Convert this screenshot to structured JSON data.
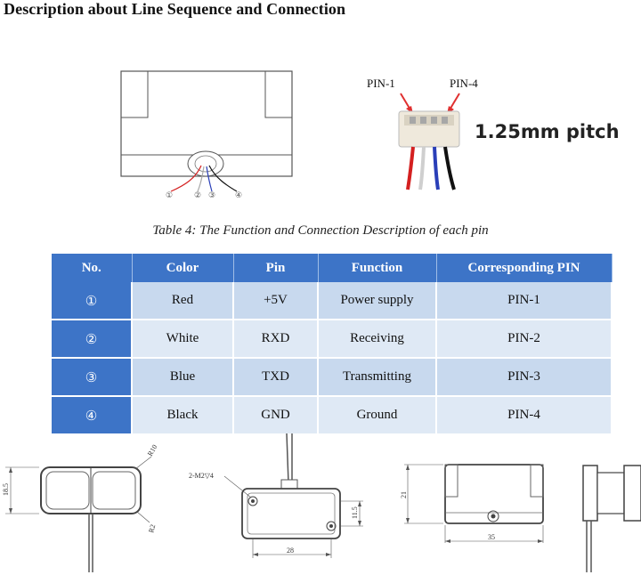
{
  "title": "Description about Line Sequence and Connection",
  "connector": {
    "pin1_label": "PIN-1",
    "pin4_label": "PIN-4",
    "pitch": "1.25mm pitch"
  },
  "sensor_wire_numbers": [
    "①",
    "②",
    "③",
    "④"
  ],
  "table_caption": "Table 4: The Function and Connection Description of each pin",
  "table": {
    "headers": [
      "No.",
      "Color",
      "Pin",
      "Function",
      "Corresponding PIN"
    ],
    "rows": [
      [
        "①",
        "Red",
        "+5V",
        "Power supply",
        "PIN-1"
      ],
      [
        "②",
        "White",
        "RXD",
        "Receiving",
        "PIN-2"
      ],
      [
        "③",
        "Blue",
        "TXD",
        "Transmitting",
        "PIN-3"
      ],
      [
        "④",
        "Black",
        "GND",
        "Ground",
        "PIN-4"
      ]
    ]
  },
  "dimensions": {
    "front_height": "18.5",
    "front_radius_top": "R10",
    "front_radius_bottom": "R2",
    "hole_spec": "2-M2▽4",
    "hole_spacing": "28",
    "hole_height": "11.5",
    "side_height": "21",
    "side_width": "35"
  },
  "colors": {
    "header_blue": "#3d74c7",
    "row_light": "#dfe9f5",
    "row_mid": "#c8d9ee",
    "wire_red": "#d42020",
    "wire_white": "#e8e8e8",
    "wire_blue": "#2a3fb8",
    "wire_black": "#111111"
  }
}
